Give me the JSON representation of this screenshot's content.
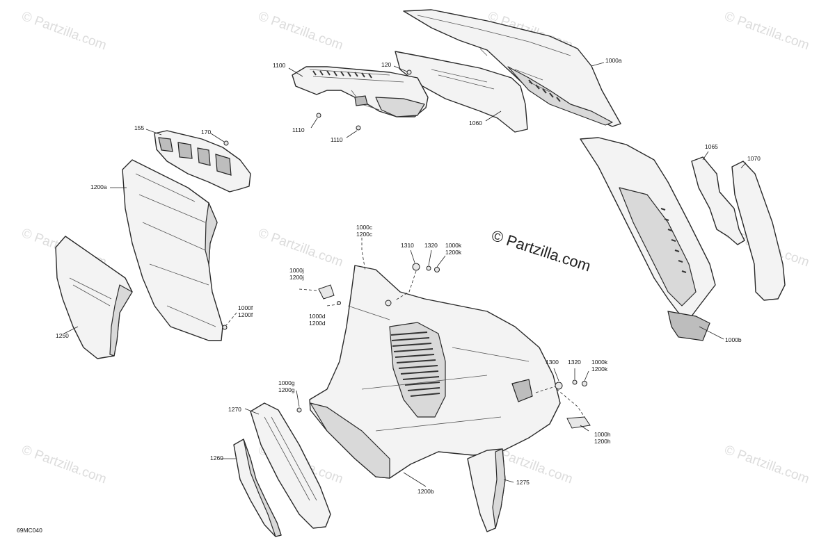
{
  "drawing_code": "69MC040",
  "watermark": "© Partzilla.com",
  "watermark_main": "© Partzilla.com",
  "callouts": {
    "c_1100": "1100",
    "c_120": "120",
    "c_1000a": "1000a",
    "c_1060": "1060",
    "c_1110_a": "1110",
    "c_1110_b": "1110",
    "c_155": "155",
    "c_170": "170",
    "c_1200a": "1200a",
    "c_1065": "1065",
    "c_1070": "1070",
    "c_1000b": "1000b",
    "c_1000c": "1000c",
    "c_1200c": "1200c",
    "c_1310": "1310",
    "c_1320_a": "1320",
    "c_1000k_a": "1000k",
    "c_1200k_a": "1200k",
    "c_1000j": "1000j",
    "c_1200j": "1200j",
    "c_1000d": "1000d",
    "c_1200d": "1200d",
    "c_1000f": "1000f",
    "c_1200f": "1200f",
    "c_1250": "1250",
    "c_1300": "1300",
    "c_1320_b": "1320",
    "c_1000k_b": "1000k",
    "c_1200k_b": "1200k",
    "c_1000g": "1000g",
    "c_1200g": "1200g",
    "c_1270": "1270",
    "c_1260": "1260",
    "c_1000h": "1000h",
    "c_1200h": "1200h",
    "c_1275": "1275",
    "c_1200b": "1200b"
  }
}
